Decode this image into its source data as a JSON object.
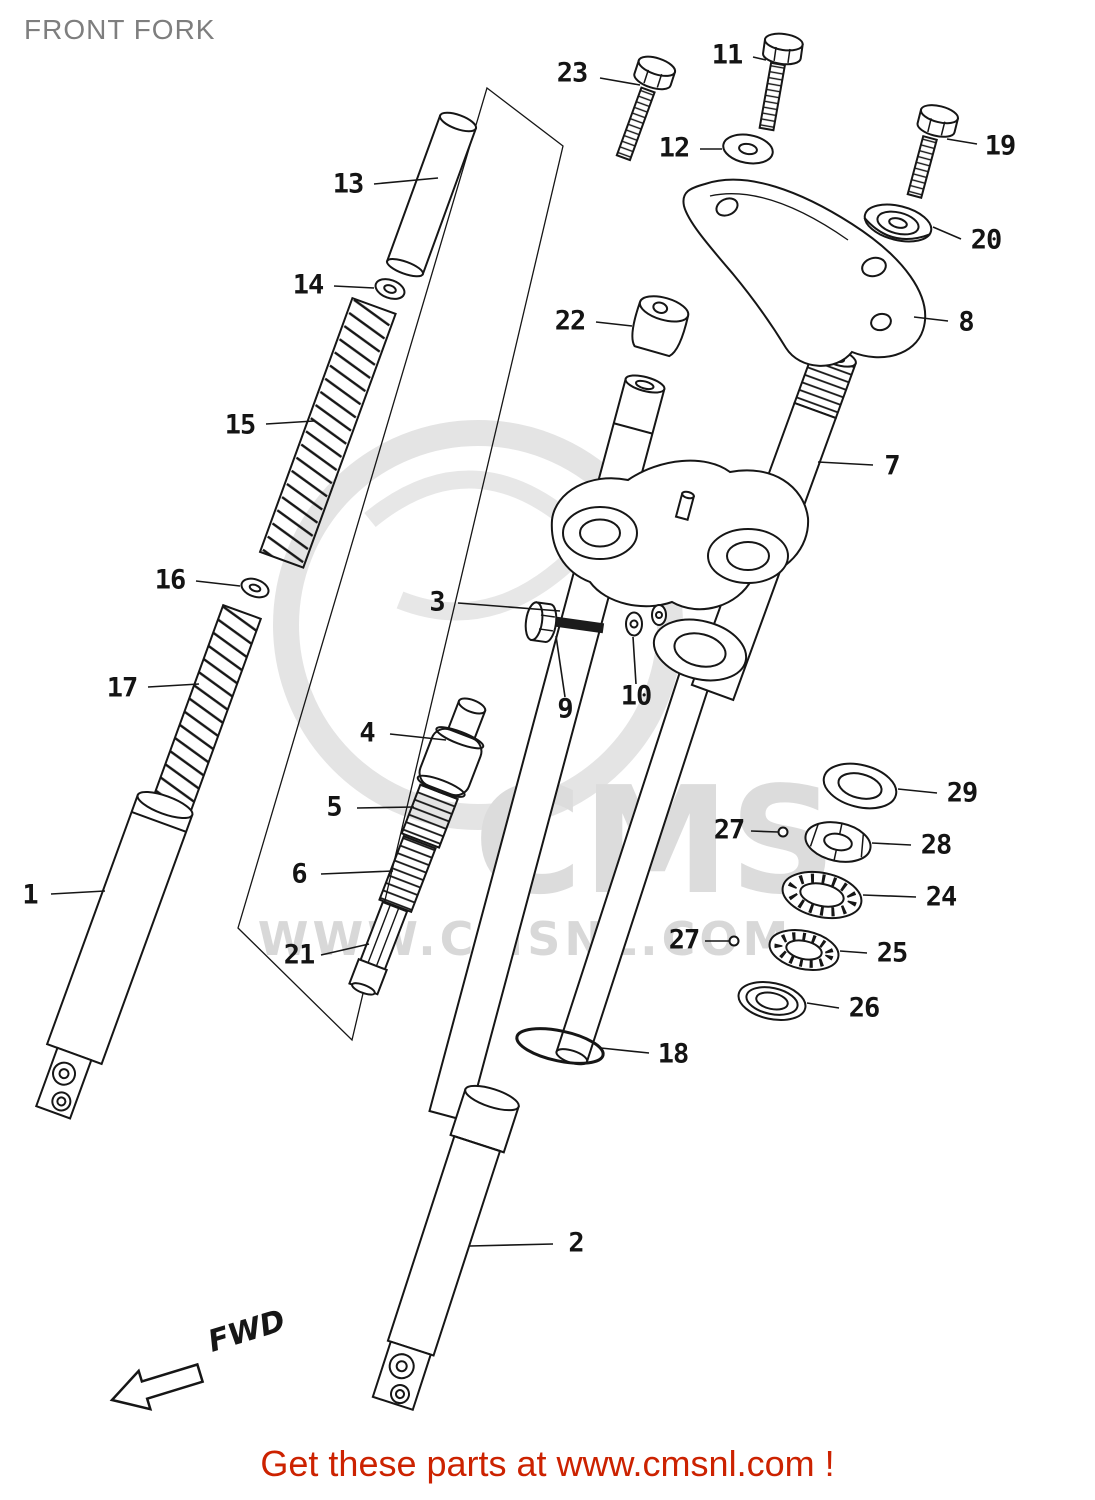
{
  "page": {
    "title": "FRONT FORK",
    "footer": "Get these parts at www.cmsnl.com !",
    "fwd_label": "FWD",
    "watermark_primary": "CMS",
    "watermark_secondary": "WWW.CMSNL.COM"
  },
  "diagram": {
    "name": "Front fork exploded parts diagram",
    "callouts": [
      {
        "part": "23",
        "text": "23"
      },
      {
        "part": "11",
        "text": "11"
      },
      {
        "part": "12",
        "text": "12"
      },
      {
        "part": "19",
        "text": "19"
      },
      {
        "part": "13",
        "text": "13"
      },
      {
        "part": "20",
        "text": "20"
      },
      {
        "part": "14",
        "text": "14"
      },
      {
        "part": "8",
        "text": "8"
      },
      {
        "part": "22",
        "text": "22"
      },
      {
        "part": "15",
        "text": "15"
      },
      {
        "part": "7",
        "text": "7"
      },
      {
        "part": "16",
        "text": "16"
      },
      {
        "part": "3",
        "text": "3"
      },
      {
        "part": "17",
        "text": "17"
      },
      {
        "part": "9",
        "text": "9"
      },
      {
        "part": "10",
        "text": "10"
      },
      {
        "part": "4",
        "text": "4"
      },
      {
        "part": "29",
        "text": "29"
      },
      {
        "part": "5",
        "text": "5"
      },
      {
        "part": "27",
        "text": "27"
      },
      {
        "part": "28",
        "text": "28"
      },
      {
        "part": "6",
        "text": "6"
      },
      {
        "part": "24",
        "text": "24"
      },
      {
        "part": "27",
        "text": "27"
      },
      {
        "part": "25",
        "text": "25"
      },
      {
        "part": "21",
        "text": "21"
      },
      {
        "part": "26",
        "text": "26"
      },
      {
        "part": "18",
        "text": "18"
      },
      {
        "part": "1",
        "text": "1"
      },
      {
        "part": "2",
        "text": "2"
      }
    ]
  },
  "colors": {
    "line": "#161616",
    "title_gray": "#7e7e7e",
    "footer_red": "#cc2200",
    "watermark_gray": "#dadada"
  }
}
